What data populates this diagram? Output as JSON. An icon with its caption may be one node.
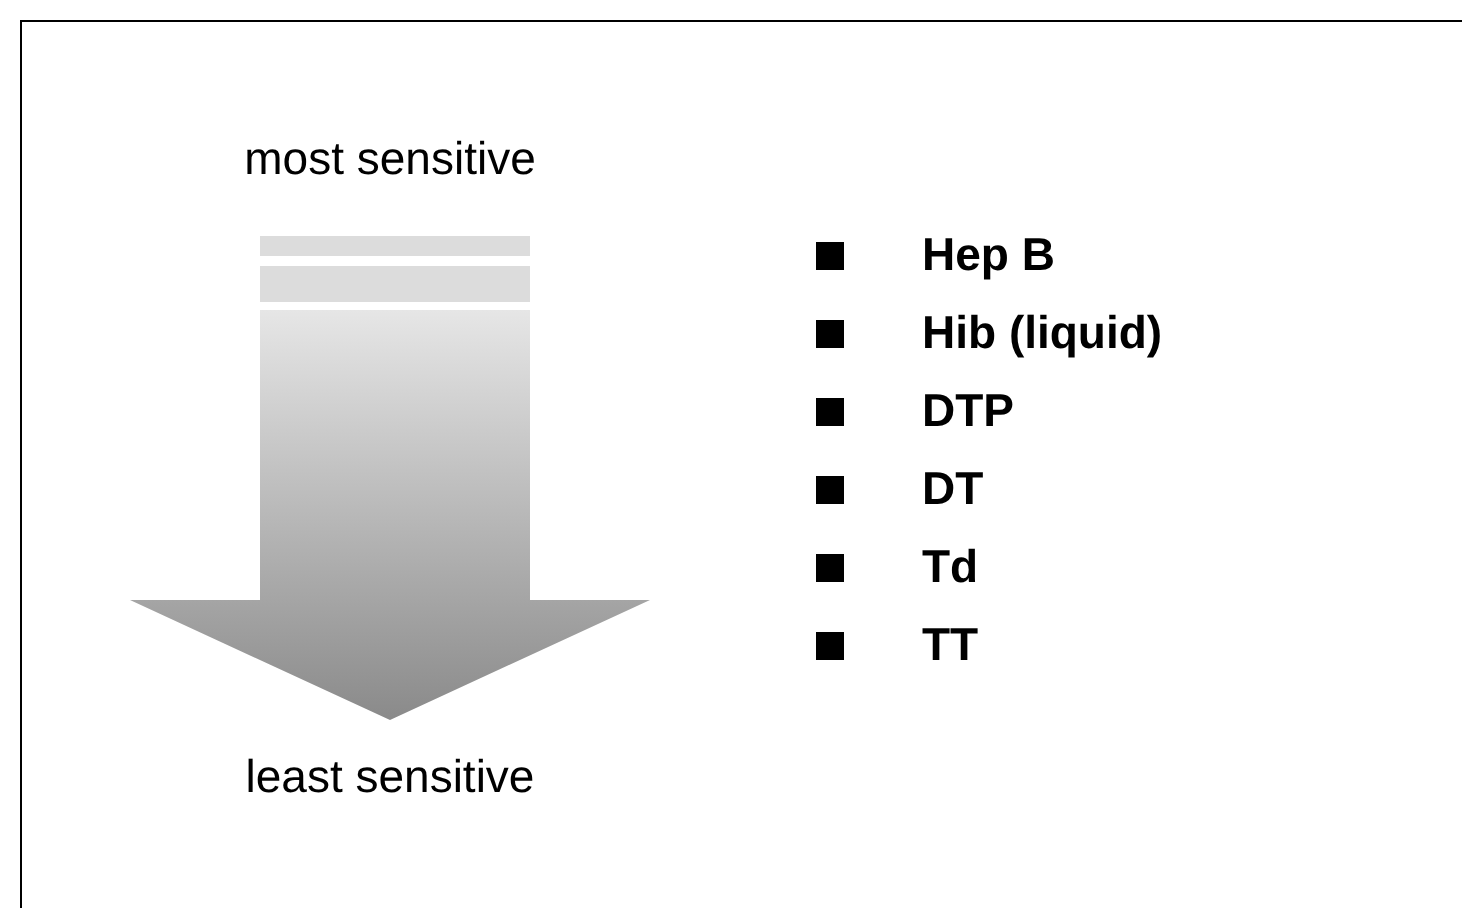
{
  "diagram": {
    "labels": [
      "most sensitive",
      "Hep B",
      "Hib (liquid)",
      "DTP",
      "DT",
      "Td",
      "TT",
      "least sensitive"
    ]
  }
}
